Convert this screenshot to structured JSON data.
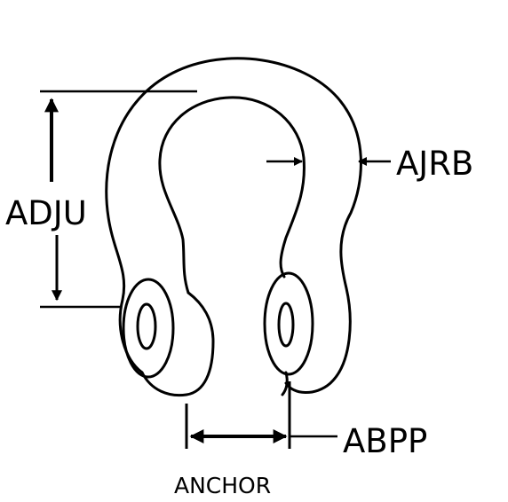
{
  "labels": {
    "height_dim": "ADJU",
    "body_dim": "AJRB",
    "width_dim": "ABPP",
    "caption": "ANCHOR"
  },
  "colors": {
    "ink": "#000000",
    "paper": "#ffffff"
  }
}
